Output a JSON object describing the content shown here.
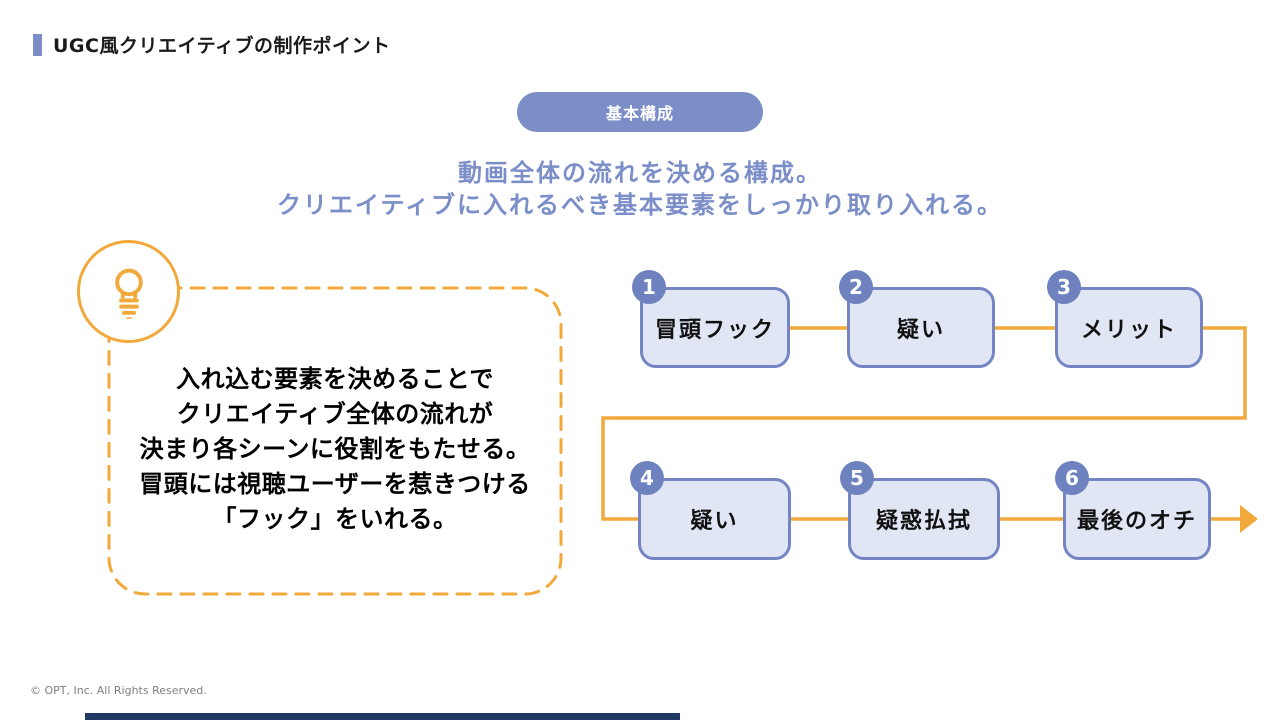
{
  "slide": {
    "title": "UGC風クリエイティブの制作ポイント",
    "badge_label": "基本構成",
    "subtitle_line1": "動画全体の流れを決める構成。",
    "subtitle_line2": "クリエイティブに入れるべき基本要素をしっかり取り入れる。",
    "note": {
      "icon": "lightbulb-icon",
      "lines": [
        "入れ込む要素を決めることで",
        "クリエイティブ全体の流れが",
        "決まり各シーンに役割をもたせる。",
        "冒頭には視聴ユーザーを惹きつける",
        "「フック」をいれる。"
      ]
    },
    "flow": {
      "steps": [
        {
          "number": "1",
          "label": "冒頭フック"
        },
        {
          "number": "2",
          "label": "疑い"
        },
        {
          "number": "3",
          "label": "メリット"
        },
        {
          "number": "4",
          "label": "疑い"
        },
        {
          "number": "5",
          "label": "疑惑払拭"
        },
        {
          "number": "6",
          "label": "最後のオチ"
        }
      ]
    },
    "footer": "© OPT, Inc. All Rights Reserved."
  },
  "colors": {
    "accent_blue": "#7b8ec8",
    "badge_blue": "#6f82c0",
    "box_fill": "#e1e6f5",
    "box_border": "#7585c4",
    "orange": "#f2a93b",
    "title_text": "#1a1a1a",
    "note_text": "#000000",
    "footer_gray": "#7f7f7f",
    "footer_bar": "#1f3864"
  }
}
